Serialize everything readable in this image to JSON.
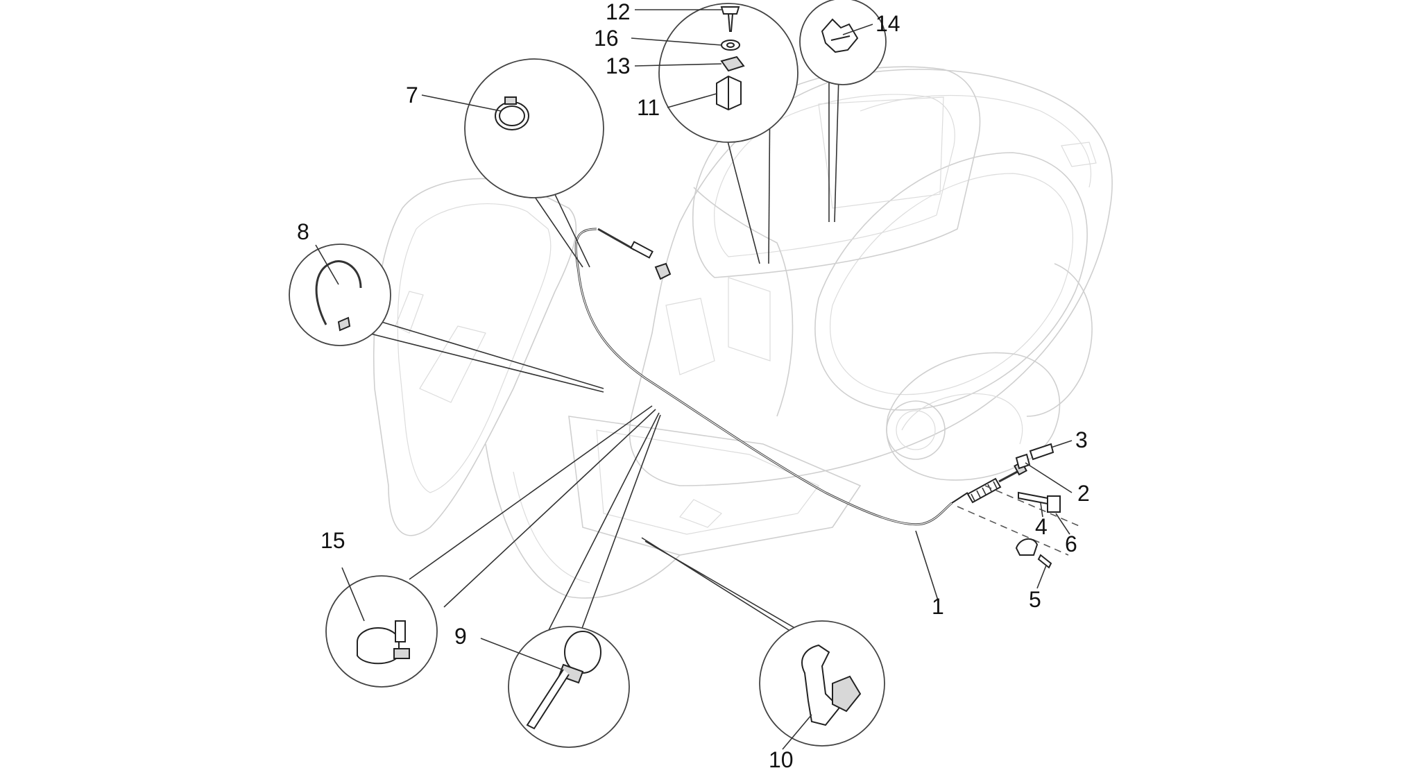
{
  "callouts": [
    {
      "id": "1",
      "label": "1"
    },
    {
      "id": "2",
      "label": "2"
    },
    {
      "id": "3",
      "label": "3"
    },
    {
      "id": "4",
      "label": "4"
    },
    {
      "id": "5",
      "label": "5"
    },
    {
      "id": "6",
      "label": "6"
    },
    {
      "id": "7",
      "label": "7"
    },
    {
      "id": "8",
      "label": "8"
    },
    {
      "id": "9",
      "label": "9"
    },
    {
      "id": "10",
      "label": "10"
    },
    {
      "id": "11",
      "label": "11"
    },
    {
      "id": "12",
      "label": "12"
    },
    {
      "id": "13",
      "label": "13"
    },
    {
      "id": "14",
      "label": "14"
    },
    {
      "id": "15",
      "label": "15"
    },
    {
      "id": "16",
      "label": "16"
    }
  ],
  "colors": {
    "line": "#222222",
    "ghost": "#cfcfcf",
    "background": "#ffffff"
  }
}
